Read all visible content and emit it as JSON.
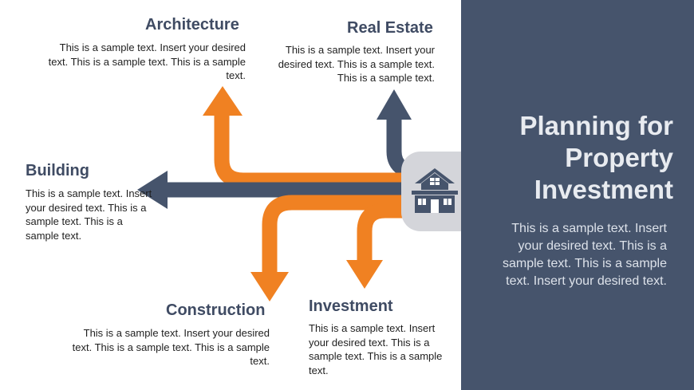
{
  "colors": {
    "orange": "#f08122",
    "navy": "#46546c",
    "hub": "#d4d5da"
  },
  "panel": {
    "title_line1": "Planning for",
    "title_line2": "Property",
    "title_line3": "Investment",
    "body": "This is a sample text. Insert your desired text. This is a sample text. This is a sample text. Insert your desired text."
  },
  "nodes": {
    "architecture": {
      "title": "Architecture",
      "text": "This is a sample text. Insert your desired text. This is a sample text. This is a sample text."
    },
    "real_estate": {
      "title": "Real Estate",
      "text": "This is a sample text. Insert your desired text. This is a sample text. This is a sample text."
    },
    "building": {
      "title": "Building",
      "text": "This is a sample text. Insert your desired text. This is a sample text. This is a sample text."
    },
    "construction": {
      "title": "Construction",
      "text": "This is a sample text. Insert your desired text. This is a sample text. This is a sample text."
    },
    "investment": {
      "title": "Investment",
      "text": "This is a sample text. Insert your desired text. This is a sample text. This is a sample text."
    }
  },
  "hub_icon": "house-icon"
}
